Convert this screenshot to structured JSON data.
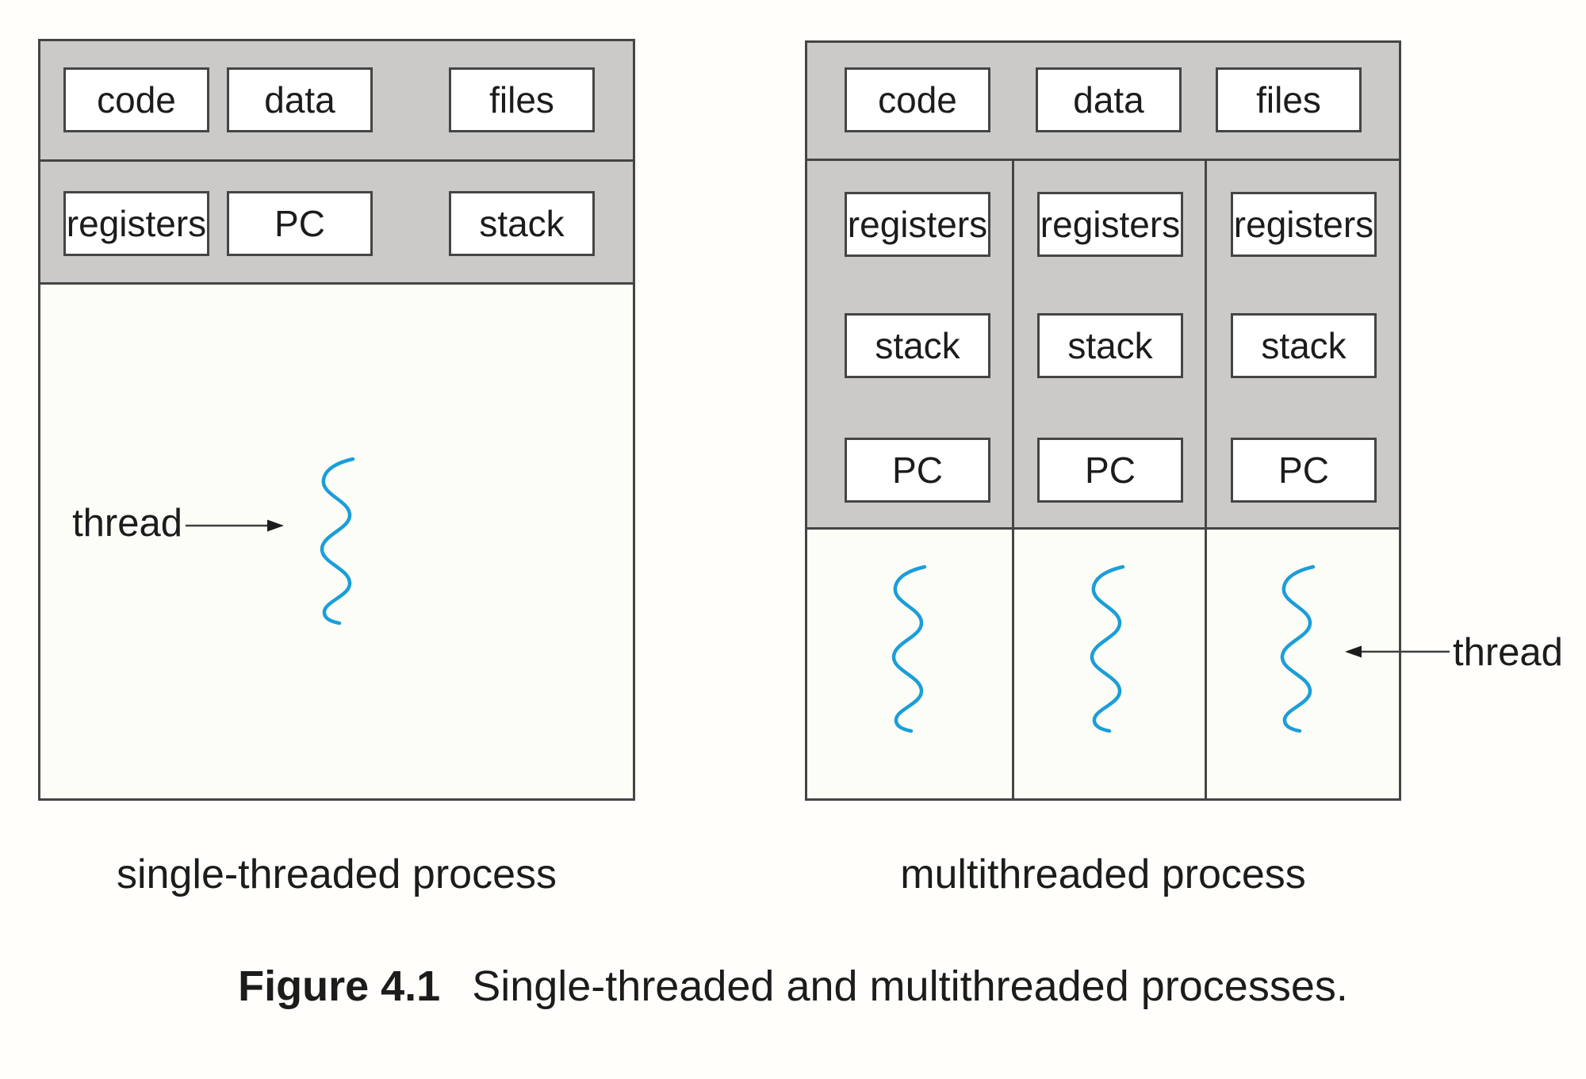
{
  "figure_caption": {
    "number": "Figure 4.1",
    "text": "Single-threaded and multithreaded processes."
  },
  "left_process": {
    "memory_boxes": [
      "code",
      "data",
      "files"
    ],
    "context_boxes": [
      "registers",
      "PC",
      "stack"
    ],
    "thread_label": "thread",
    "caption": "single-threaded process"
  },
  "right_process": {
    "memory_boxes": [
      "code",
      "data",
      "files"
    ],
    "thread_columns": [
      {
        "boxes": [
          "registers",
          "stack",
          "PC"
        ]
      },
      {
        "boxes": [
          "registers",
          "stack",
          "PC"
        ]
      },
      {
        "boxes": [
          "registers",
          "stack",
          "PC"
        ]
      }
    ],
    "thread_label": "thread",
    "caption": "multithreaded process"
  },
  "colors": {
    "section_gray": "#cbcac8",
    "box_border": "#454545",
    "text_color": "#1c1c1c",
    "thread_blue": "#1b9ed9",
    "background": "#fffefa",
    "box_white": "#ffffff",
    "panel_white": "#fdfdf8"
  }
}
